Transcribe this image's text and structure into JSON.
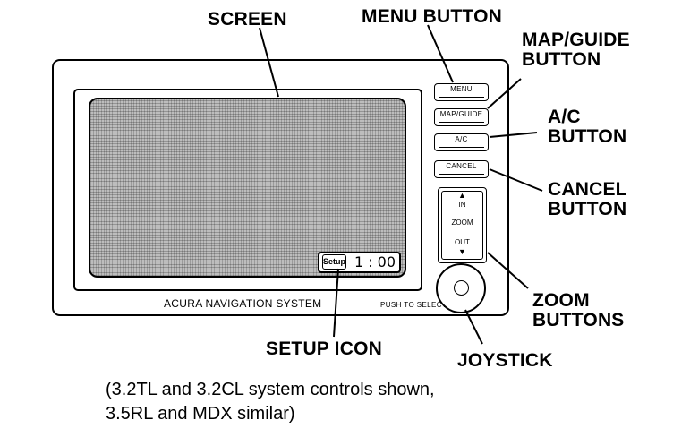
{
  "callouts": {
    "screen": "SCREEN",
    "menu_button": "MENU BUTTON",
    "map_guide_button_line1": "MAP/GUIDE",
    "map_guide_button_line2": "BUTTON",
    "ac_button_line1": "A/C",
    "ac_button_line2": "BUTTON",
    "cancel_button_line1": "CANCEL",
    "cancel_button_line2": "BUTTON",
    "zoom_buttons_line1": "ZOOM",
    "zoom_buttons_line2": "BUTTONS",
    "setup_icon": "SETUP ICON",
    "joystick": "JOYSTICK"
  },
  "unit": {
    "brand": "ACURA NAVIGATION SYSTEM",
    "push_to_select": "PUSH TO SELECT",
    "setup_label": "Setup",
    "clock": "1 : 00",
    "buttons": {
      "menu": "MENU",
      "map_guide": "MAP/GUIDE",
      "ac": "A/C",
      "cancel": "CANCEL"
    },
    "zoom": {
      "in": "IN",
      "label": "ZOOM",
      "out": "OUT",
      "up_arrow": "▲",
      "down_arrow": "▼"
    }
  },
  "caption": {
    "line1": "(3.2TL and 3.2CL system controls shown,",
    "line2": "3.5RL and MDX similar)"
  }
}
